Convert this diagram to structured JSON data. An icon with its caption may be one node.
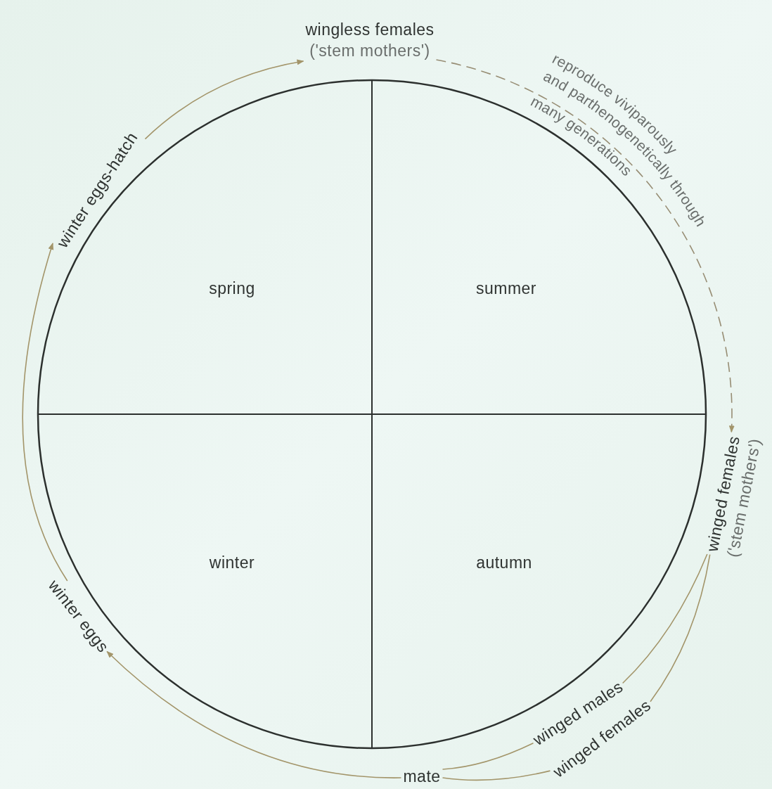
{
  "diagram": {
    "nodes": [
      {
        "text": [
          "wingless females",
          "('stem mothers')"
        ]
      },
      {
        "text": [
          "winged females",
          "('stem mothers')"
        ]
      },
      {
        "text": [
          "winged males"
        ]
      },
      {
        "text": [
          "winged females"
        ]
      },
      {
        "text": [
          "mate"
        ]
      },
      {
        "text": [
          "winter eggs"
        ]
      },
      {
        "text": [
          "winter eggs-hatch"
        ]
      }
    ],
    "edges": [
      {
        "from": 6,
        "to": 0,
        "arrow": "to"
      },
      {
        "from": 0,
        "to": 1,
        "arrow": "to",
        "style": "dashed",
        "label": "reproduce viviparously and parthenogenetically through many generations"
      },
      {
        "from": 1,
        "to": 2,
        "arrow": "none"
      },
      {
        "from": 1,
        "to": 3,
        "arrow": "none"
      },
      {
        "from": 2,
        "to": 4,
        "arrow": "none"
      },
      {
        "from": 3,
        "to": 4,
        "arrow": "none"
      },
      {
        "from": 4,
        "to": 5,
        "arrow": "to"
      },
      {
        "from": 5,
        "to": 6,
        "arrow": "to"
      }
    ],
    "labels": [
      "spring",
      "summer",
      "winter",
      "autumn"
    ]
  }
}
